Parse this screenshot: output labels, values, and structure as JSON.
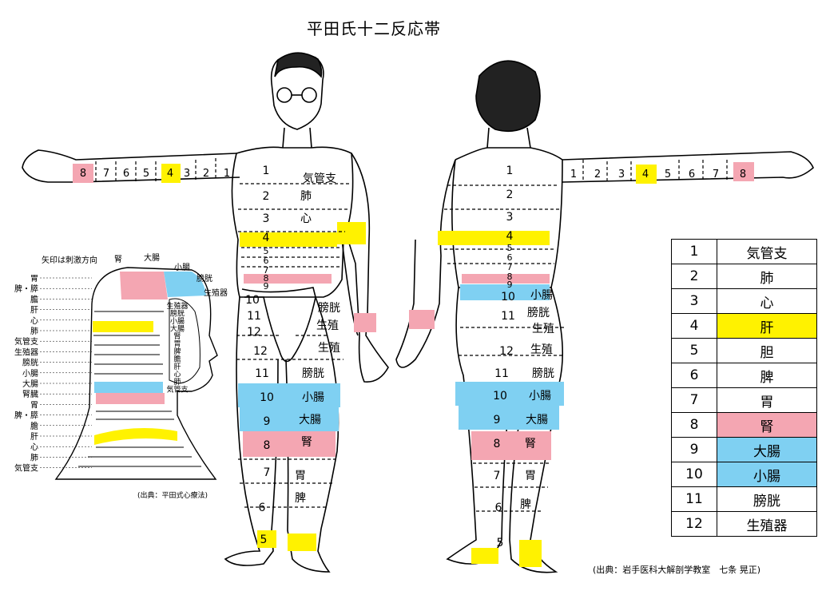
{
  "title": "平田氏十二反応帯",
  "source_main": "(出典：岩手医科大解剖学教室　七条 晃正)",
  "source_head": "(出典：平田式心療法)",
  "head_arrow_note": "矢印は刺激方向",
  "colors": {
    "yellow": "#fff200",
    "pink": "#f4a6b2",
    "blue": "#7fd0f2",
    "line": "#000000"
  },
  "legend": [
    {
      "num": "1",
      "name": "気管支",
      "color": ""
    },
    {
      "num": "2",
      "name": "肺",
      "color": ""
    },
    {
      "num": "3",
      "name": "心",
      "color": ""
    },
    {
      "num": "4",
      "name": "肝",
      "color": "#fff200"
    },
    {
      "num": "5",
      "name": "胆",
      "color": ""
    },
    {
      "num": "6",
      "name": "脾",
      "color": ""
    },
    {
      "num": "7",
      "name": "胃",
      "color": ""
    },
    {
      "num": "8",
      "name": "腎",
      "color": "#f4a6b2"
    },
    {
      "num": "9",
      "name": "大腸",
      "color": "#7fd0f2"
    },
    {
      "num": "10",
      "name": "小腸",
      "color": "#7fd0f2"
    },
    {
      "num": "11",
      "name": "膀胱",
      "color": ""
    },
    {
      "num": "12",
      "name": "生殖器",
      "color": ""
    }
  ],
  "arm_front": [
    "8",
    "7",
    "6",
    "5",
    "4",
    "3",
    "2",
    "1"
  ],
  "arm_back": [
    "1",
    "2",
    "3",
    "4",
    "5",
    "6",
    "7",
    "8"
  ],
  "torso_front": [
    "1",
    "2",
    "3",
    "4",
    "5",
    "6",
    "7",
    "8",
    "9"
  ],
  "torso_front_organs": [
    "気管支",
    "肺",
    "心"
  ],
  "legs_front_nums": [
    "10",
    "11",
    "12",
    "12",
    "11",
    "10",
    "9",
    "8",
    "7",
    "6",
    "5"
  ],
  "legs_front_organs": [
    "膀胱",
    "生殖",
    "生殖",
    "膀胱",
    "小腸",
    "大腸",
    "腎",
    "胃",
    "脾"
  ],
  "torso_back": [
    "1",
    "2",
    "3",
    "4",
    "5",
    "6",
    "7",
    "8",
    "9"
  ],
  "legs_back_nums": [
    "10",
    "11",
    "12",
    "11",
    "10",
    "9",
    "8",
    "7",
    "6",
    "5"
  ],
  "legs_back_organs": [
    "小腸",
    "膀胱",
    "生殖",
    "生殖",
    "膀胱",
    "小腸",
    "大腸",
    "腎",
    "胃",
    "脾"
  ],
  "head_top_labels": [
    "腎",
    "大腸",
    "小腸",
    "膀胱",
    "生殖器"
  ],
  "head_left_labels": [
    "胃",
    "脾・膵",
    "膽",
    "肝",
    "心",
    "肺",
    "気管支",
    "生殖器",
    "膀胱",
    "小腸",
    "大腸",
    "腎臓",
    "胃",
    "脾・膵",
    "膽",
    "肝",
    "心",
    "肺",
    "気管支"
  ],
  "head_inner_labels": [
    "生殖器",
    "膀胱",
    "小腸",
    "大腸",
    "腎",
    "胃",
    "脾",
    "膽",
    "肝",
    "心",
    "肺",
    "気管支"
  ]
}
